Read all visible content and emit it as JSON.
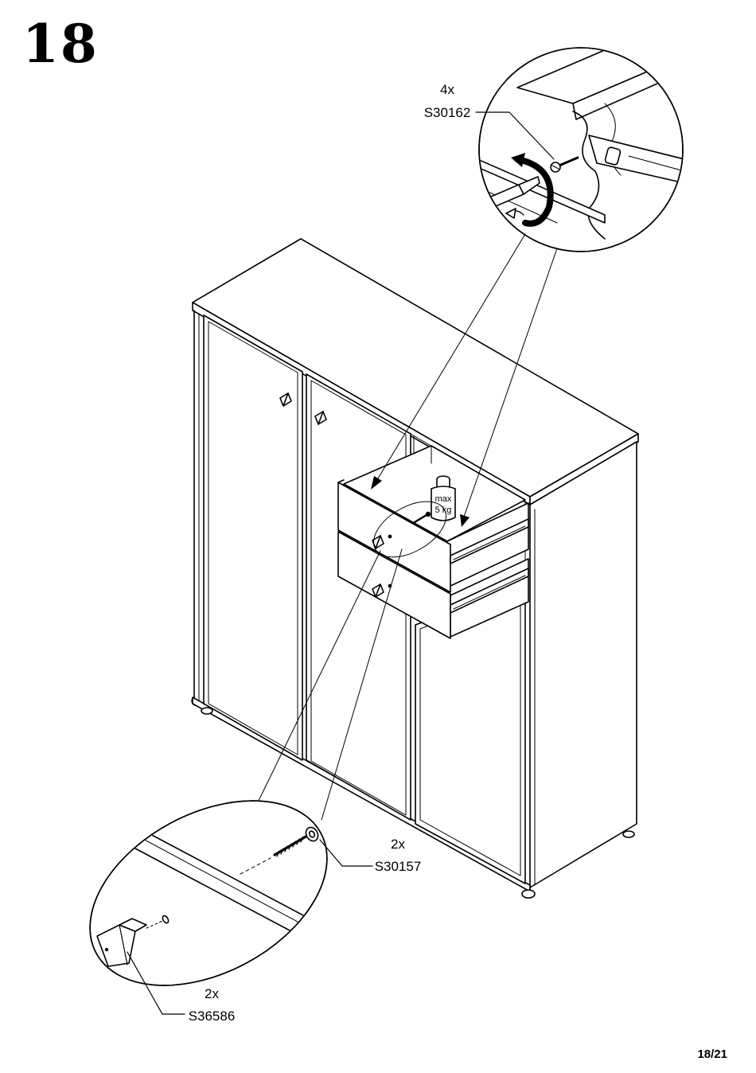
{
  "step": {
    "number": "18"
  },
  "page": {
    "number": "18/21"
  },
  "callouts": {
    "top": {
      "qty": "4x",
      "part": "S30162"
    },
    "screw": {
      "qty": "2x",
      "part": "S30157"
    },
    "foot": {
      "qty": "2x",
      "part": "S36586"
    }
  },
  "weight": {
    "line1": "max",
    "line2": "5 kg"
  }
}
